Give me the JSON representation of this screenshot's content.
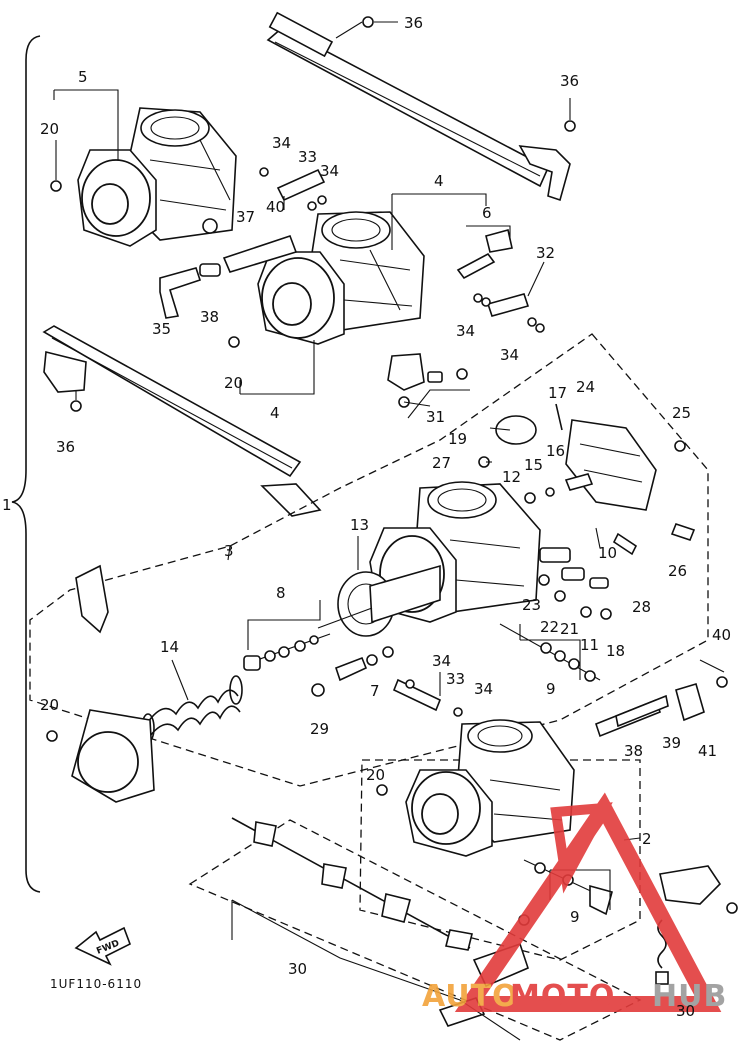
{
  "diagram": {
    "part_code": "1UF110-6110",
    "direction_label": "FWD",
    "callouts": [
      {
        "id": "c1",
        "label": "1"
      },
      {
        "id": "c2",
        "label": "2"
      },
      {
        "id": "c3",
        "label": "3"
      },
      {
        "id": "c4a",
        "label": "4"
      },
      {
        "id": "c4b",
        "label": "4"
      },
      {
        "id": "c5",
        "label": "5"
      },
      {
        "id": "c6",
        "label": "6"
      },
      {
        "id": "c7",
        "label": "7"
      },
      {
        "id": "c8",
        "label": "8"
      },
      {
        "id": "c9a",
        "label": "9"
      },
      {
        "id": "c9b",
        "label": "9"
      },
      {
        "id": "c10",
        "label": "10"
      },
      {
        "id": "c11",
        "label": "11"
      },
      {
        "id": "c12",
        "label": "12"
      },
      {
        "id": "c13",
        "label": "13"
      },
      {
        "id": "c14",
        "label": "14"
      },
      {
        "id": "c15",
        "label": "15"
      },
      {
        "id": "c16",
        "label": "16"
      },
      {
        "id": "c17",
        "label": "17"
      },
      {
        "id": "c18",
        "label": "18"
      },
      {
        "id": "c19",
        "label": "19"
      },
      {
        "id": "c20a",
        "label": "20"
      },
      {
        "id": "c20b",
        "label": "20"
      },
      {
        "id": "c20c",
        "label": "20"
      },
      {
        "id": "c20d",
        "label": "20"
      },
      {
        "id": "c21",
        "label": "21"
      },
      {
        "id": "c22",
        "label": "22"
      },
      {
        "id": "c23",
        "label": "23"
      },
      {
        "id": "c24",
        "label": "24"
      },
      {
        "id": "c25",
        "label": "25"
      },
      {
        "id": "c26",
        "label": "26"
      },
      {
        "id": "c27",
        "label": "27"
      },
      {
        "id": "c28",
        "label": "28"
      },
      {
        "id": "c29",
        "label": "29"
      },
      {
        "id": "c30a",
        "label": "30"
      },
      {
        "id": "c30b",
        "label": "30"
      },
      {
        "id": "c31",
        "label": "31"
      },
      {
        "id": "c32",
        "label": "32"
      },
      {
        "id": "c33a",
        "label": "33"
      },
      {
        "id": "c33b",
        "label": "33"
      },
      {
        "id": "c34a",
        "label": "34"
      },
      {
        "id": "c34b",
        "label": "34"
      },
      {
        "id": "c34c",
        "label": "34"
      },
      {
        "id": "c34d",
        "label": "34"
      },
      {
        "id": "c34e",
        "label": "34"
      },
      {
        "id": "c34f",
        "label": "34"
      },
      {
        "id": "c35",
        "label": "35"
      },
      {
        "id": "c36a",
        "label": "36"
      },
      {
        "id": "c36b",
        "label": "36"
      },
      {
        "id": "c36c",
        "label": "36"
      },
      {
        "id": "c37",
        "label": "37"
      },
      {
        "id": "c38a",
        "label": "38"
      },
      {
        "id": "c38b",
        "label": "38"
      },
      {
        "id": "c39",
        "label": "39"
      },
      {
        "id": "c40a",
        "label": "40"
      },
      {
        "id": "c40b",
        "label": "40"
      },
      {
        "id": "c41",
        "label": "41"
      }
    ]
  },
  "watermark": {
    "text_part_1": "AUTO",
    "text_part_2": "MOTO",
    "text_part_3": "HUB",
    "colors": {
      "orange": "#f2a33a",
      "red": "#e23b3b",
      "gray": "#9a9a9a"
    }
  }
}
